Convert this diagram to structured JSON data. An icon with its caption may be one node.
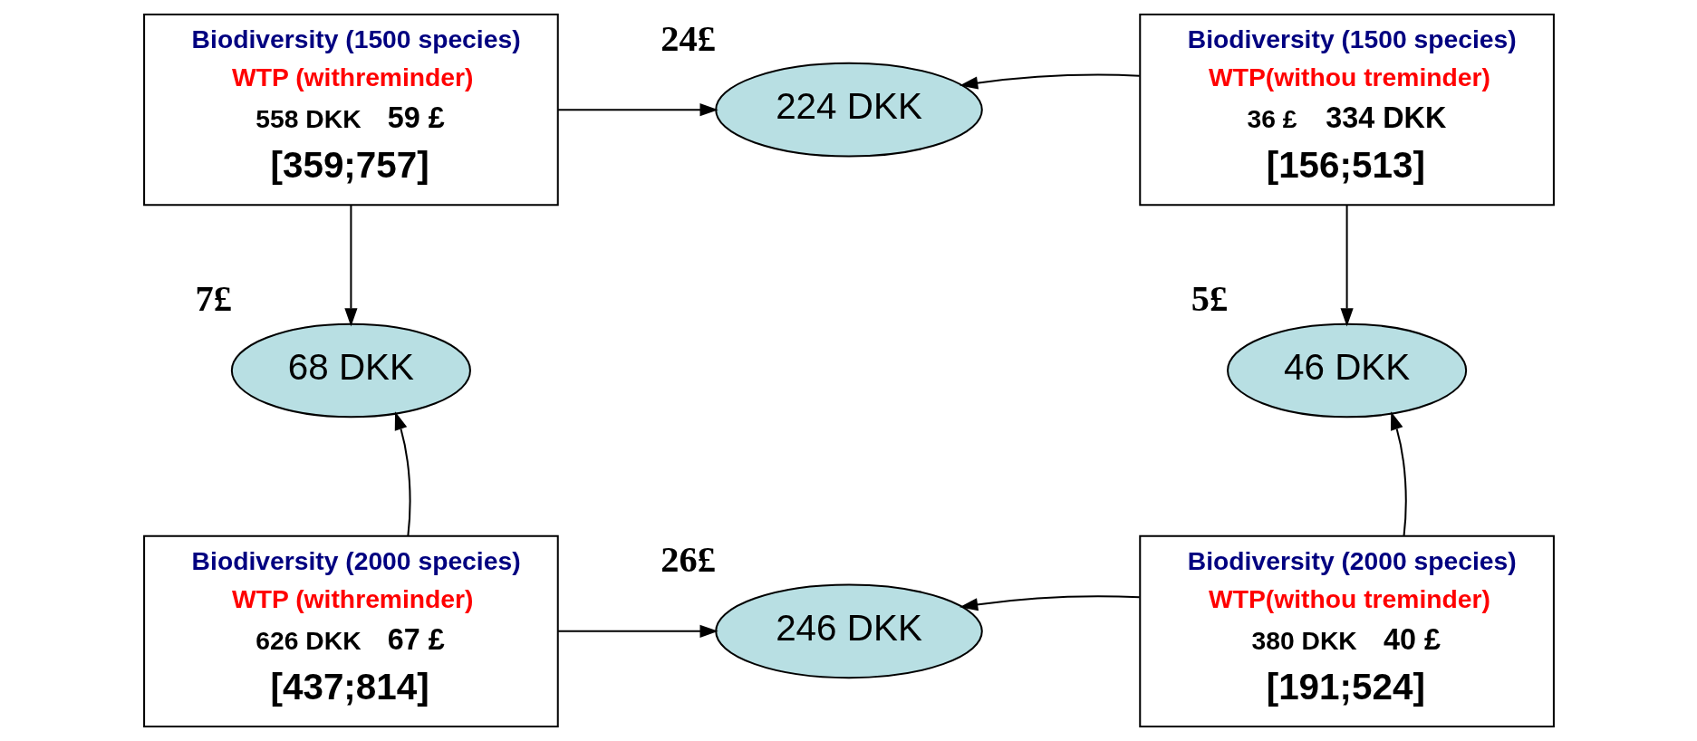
{
  "diagram": {
    "nodes": [
      {
        "text": [
          "Biodiversity (1500 species)",
          "WTP (withreminder)",
          "558 DKK",
          "59 £",
          "[359;757]"
        ]
      },
      {
        "text": [
          "224 DKK"
        ],
        "beside": [
          "24£"
        ]
      },
      {
        "text": [
          "Biodiversity (1500 species)",
          "WTP(withou treminder)",
          "36 £",
          "334 DKK",
          "[156;513]"
        ]
      },
      {
        "text": [
          "68 DKK"
        ],
        "beside": [
          "7£"
        ]
      },
      {
        "text": [
          "46 DKK"
        ],
        "beside": [
          "5£"
        ]
      },
      {
        "text": [
          "Biodiversity (2000 species)",
          "WTP (withreminder)",
          "626 DKK",
          "67 £",
          "[437;814]"
        ]
      },
      {
        "text": [
          "246 DKK"
        ],
        "beside": [
          "26£"
        ]
      },
      {
        "text": [
          "Biodiversity (2000 species)",
          "WTP(withou treminder)",
          "380 DKK",
          "40 £",
          "[191;524]"
        ]
      }
    ],
    "edges": [
      {
        "from": 0,
        "to": 1,
        "arrow": "to"
      },
      {
        "from": 2,
        "to": 1,
        "arrow": "to"
      },
      {
        "from": 0,
        "to": 3,
        "arrow": "to"
      },
      {
        "from": 5,
        "to": 3,
        "arrow": "to"
      },
      {
        "from": 2,
        "to": 4,
        "arrow": "to"
      },
      {
        "from": 7,
        "to": 4,
        "arrow": "to"
      },
      {
        "from": 5,
        "to": 6,
        "arrow": "to"
      },
      {
        "from": 7,
        "to": 6,
        "arrow": "to"
      }
    ]
  }
}
